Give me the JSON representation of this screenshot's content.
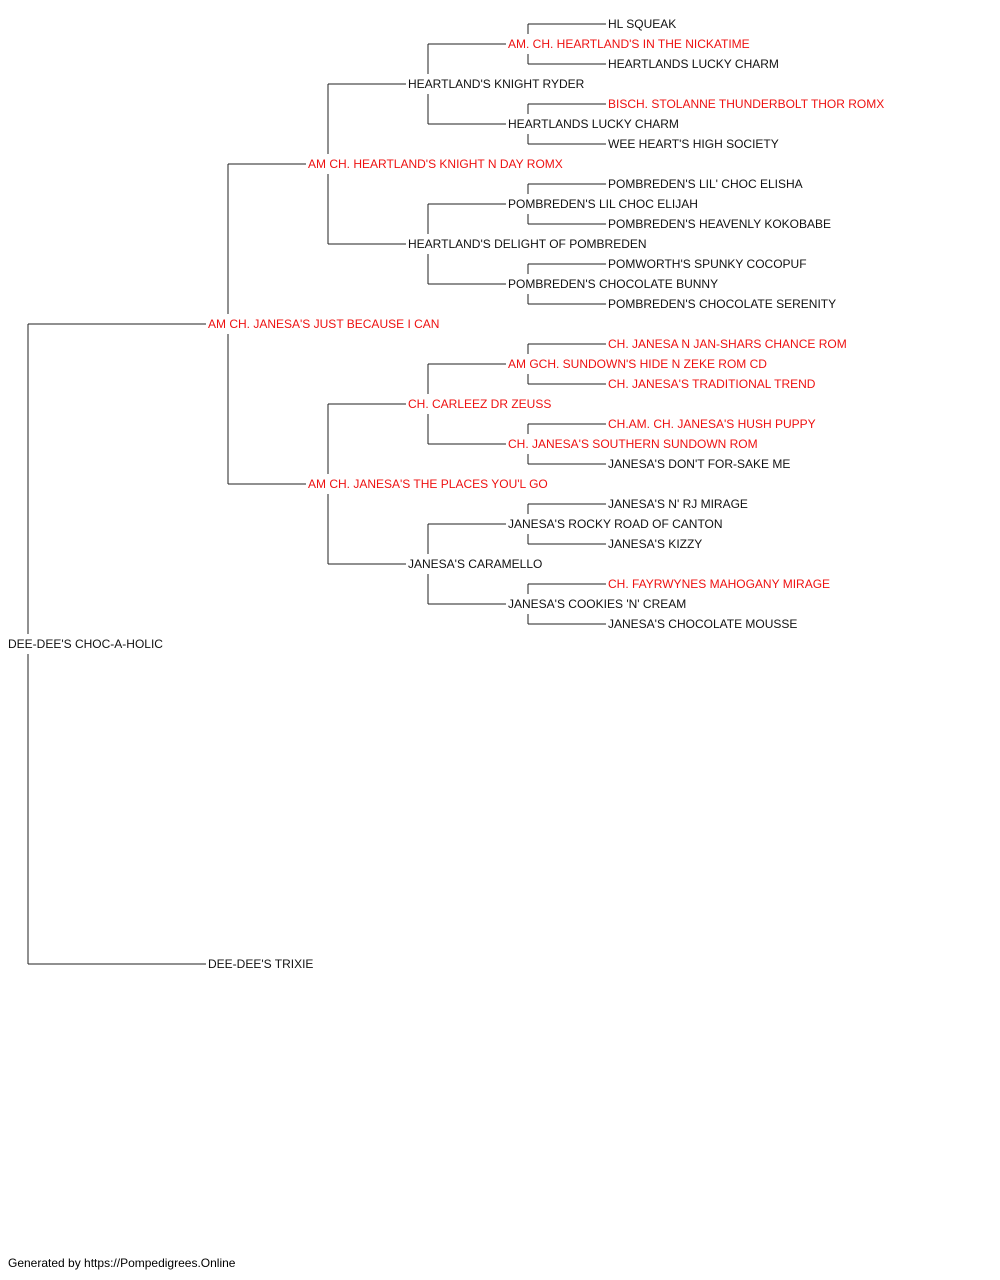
{
  "colors": {
    "champion": "#ee1111",
    "normal": "#111111",
    "line": "#222222"
  },
  "pedigree": {
    "name": "DEE-DEE'S CHOC-A-HOLIC",
    "champion": false,
    "sire": {
      "name": "AM CH. JANESA'S JUST BECAUSE I CAN",
      "champion": true,
      "sire": {
        "name": "AM CH. HEARTLAND'S KNIGHT N DAY ROMX",
        "champion": true,
        "sire": {
          "name": "HEARTLAND'S KNIGHT RYDER",
          "champion": false,
          "sire": {
            "name": "AM. CH. HEARTLAND'S IN THE NICKATIME",
            "champion": true,
            "sire": {
              "name": "HL SQUEAK",
              "champion": false
            },
            "dam": {
              "name": "HEARTLANDS LUCKY CHARM",
              "champion": false
            }
          },
          "dam": {
            "name": "HEARTLANDS LUCKY CHARM",
            "champion": false,
            "sire": {
              "name": "BISCH. STOLANNE THUNDERBOLT THOR ROMX",
              "champion": true
            },
            "dam": {
              "name": "WEE HEART'S HIGH SOCIETY",
              "champion": false
            }
          }
        },
        "dam": {
          "name": "HEARTLAND'S DELIGHT OF POMBREDEN",
          "champion": false,
          "sire": {
            "name": "POMBREDEN'S LIL CHOC ELIJAH",
            "champion": false,
            "sire": {
              "name": "POMBREDEN'S LIL' CHOC ELISHA",
              "champion": false
            },
            "dam": {
              "name": "POMBREDEN'S HEAVENLY KOKOBABE",
              "champion": false
            }
          },
          "dam": {
            "name": "POMBREDEN'S CHOCOLATE BUNNY",
            "champion": false,
            "sire": {
              "name": "POMWORTH'S SPUNKY COCOPUF",
              "champion": false
            },
            "dam": {
              "name": "POMBREDEN'S CHOCOLATE SERENITY",
              "champion": false
            }
          }
        }
      },
      "dam": {
        "name": "AM CH. JANESA'S THE PLACES YOU'L GO",
        "champion": true,
        "sire": {
          "name": "CH. CARLEEZ DR ZEUSS",
          "champion": true,
          "sire": {
            "name": "AM GCH. SUNDOWN'S HIDE N ZEKE ROM CD",
            "champion": true,
            "sire": {
              "name": "CH. JANESA N JAN-SHARS CHANCE ROM",
              "champion": true
            },
            "dam": {
              "name": "CH. JANESA'S TRADITIONAL TREND",
              "champion": true
            }
          },
          "dam": {
            "name": "CH. JANESA'S SOUTHERN SUNDOWN ROM",
            "champion": true,
            "sire": {
              "name": "CH.AM. CH. JANESA'S HUSH PUPPY",
              "champion": true
            },
            "dam": {
              "name": "JANESA'S DON'T FOR-SAKE ME",
              "champion": false
            }
          }
        },
        "dam": {
          "name": "JANESA'S CARAMELLO",
          "champion": false,
          "sire": {
            "name": "JANESA'S ROCKY ROAD OF CANTON",
            "champion": false,
            "sire": {
              "name": "JANESA'S N' RJ MIRAGE",
              "champion": false
            },
            "dam": {
              "name": "JANESA'S KIZZY",
              "champion": false
            }
          },
          "dam": {
            "name": "JANESA'S COOKIES 'N' CREAM",
            "champion": false,
            "sire": {
              "name": "CH. FAYRWYNES MAHOGANY MIRAGE",
              "champion": true
            },
            "dam": {
              "name": "JANESA'S CHOCOLATE MOUSSE",
              "champion": false
            }
          }
        }
      }
    },
    "dam": {
      "name": "DEE-DEE'S TRIXIE",
      "champion": false
    }
  },
  "footer": "Generated by https://Pompedigrees.Online"
}
